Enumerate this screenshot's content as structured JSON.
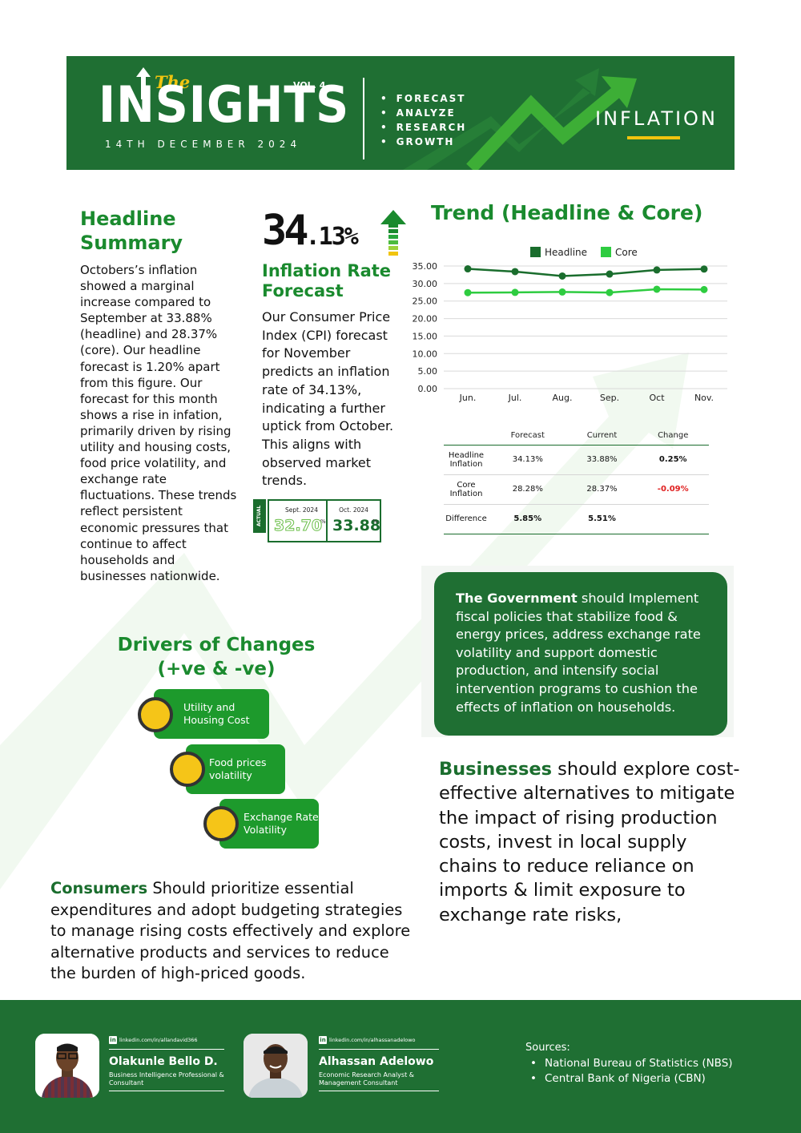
{
  "header": {
    "logo_small": "The",
    "logo_main": "INSIGHTS",
    "volume": "VOL. 4",
    "date": "14TH DECEMBER 2024",
    "bullets": [
      "FORECAST",
      "ANALYZE",
      "RESEARCH",
      "GROWTH"
    ],
    "topic": "INFLATION"
  },
  "headline_summary": {
    "title": "Headline Summary",
    "body": "Octobers’s inflation showed a marginal increase compared to September at 33.88% (headline) and 28.37% (core). Our headline forecast is 1.20% apart from this figure.  Our forecast for this month shows a rise in infation, primarily driven by rising utility and housing costs, food price volatility, and exchange rate fluctuations. These trends reflect persistent economic pressures that continue to affect households and businesses nationwide."
  },
  "forecast": {
    "big_value_int": "34",
    "big_value_dec": ".13%",
    "trend_icon": "arrow-up-icon",
    "title": "Inflation Rate Forecast",
    "body": "Our Consumer Price Index (CPI) forecast for November predicts an inflation rate of 34.13%, indicating a further uptick from October. This aligns with observed market trends.",
    "actual_label": "ACTUAL",
    "actual": [
      {
        "label": "Sept. 2024",
        "value": "32.70",
        "unit": "%"
      },
      {
        "label": "Oct. 2024",
        "value": "33.88",
        "unit": "%"
      }
    ]
  },
  "trend": {
    "title": "Trend (Headline & Core)"
  },
  "chart_data": {
    "type": "line",
    "categories": [
      "Jun.",
      "Jul.",
      "Aug.",
      "Sep.",
      "Oct",
      "Nov."
    ],
    "series": [
      {
        "name": "Headline",
        "color": "#1a6d2d",
        "values": [
          34.19,
          33.4,
          32.15,
          32.7,
          33.88,
          34.13
        ]
      },
      {
        "name": "Core",
        "color": "#2ecc40",
        "values": [
          27.4,
          27.47,
          27.58,
          27.43,
          28.37,
          28.28
        ]
      }
    ],
    "ylim": [
      0,
      35
    ],
    "yticks": [
      "0.00",
      "5.00",
      "10.00",
      "15.00",
      "20.00",
      "25.00",
      "30.00",
      "35.00"
    ],
    "ytick_values": [
      0,
      5,
      10,
      15,
      20,
      25,
      30,
      35
    ],
    "grid": true,
    "legend": "top"
  },
  "summary_table": {
    "headers": [
      "",
      "Forecast",
      "Current",
      "Change"
    ],
    "rows": [
      [
        "Headline Inflation",
        "34.13%",
        "33.88%",
        "0.25%"
      ],
      [
        "Core Inflation",
        "28.28%",
        "28.37%",
        "-0.09%"
      ],
      [
        "Difference",
        "5.85%",
        "5.51%",
        ""
      ]
    ]
  },
  "government": {
    "lead": "The Government",
    "text": " should Implement fiscal policies that stabilize food & energy prices, address exchange rate volatility and support domestic production, and intensify social intervention programs to cushion the effects of inflation on households."
  },
  "drivers": {
    "title": "Drivers of Changes (+ve & -ve)",
    "items": [
      "Utility and Housing Cost",
      "Food prices volatility",
      "Exchange Rate Volatility"
    ]
  },
  "businesses": {
    "lead": "Businesses",
    "text": " should explore cost-effective alternatives to mitigate the impact of rising production costs, invest in local supply chains to reduce reliance on imports & limit exposure to exchange rate risks,"
  },
  "consumers": {
    "lead": "Consumers",
    "text": " Should prioritize essential expenditures and adopt budgeting strategies to manage rising costs effectively and explore alternative products and services to reduce the burden of high-priced goods."
  },
  "footer": {
    "authors": [
      {
        "linkedin": "linkedin.com/in/allandavid366",
        "name": "Olakunle Bello D.",
        "role": "Business Intelligence Professional & Consultant"
      },
      {
        "linkedin": "linkedin.com/in/alhassanadelowo",
        "name": "Alhassan Adelowo",
        "role": "Economic Research Analyst & Management Consultant"
      }
    ],
    "sources_title": "Sources:",
    "sources": [
      "National Bureau of Statistics (NBS)",
      "Central Bank of Nigeria (CBN)"
    ]
  }
}
